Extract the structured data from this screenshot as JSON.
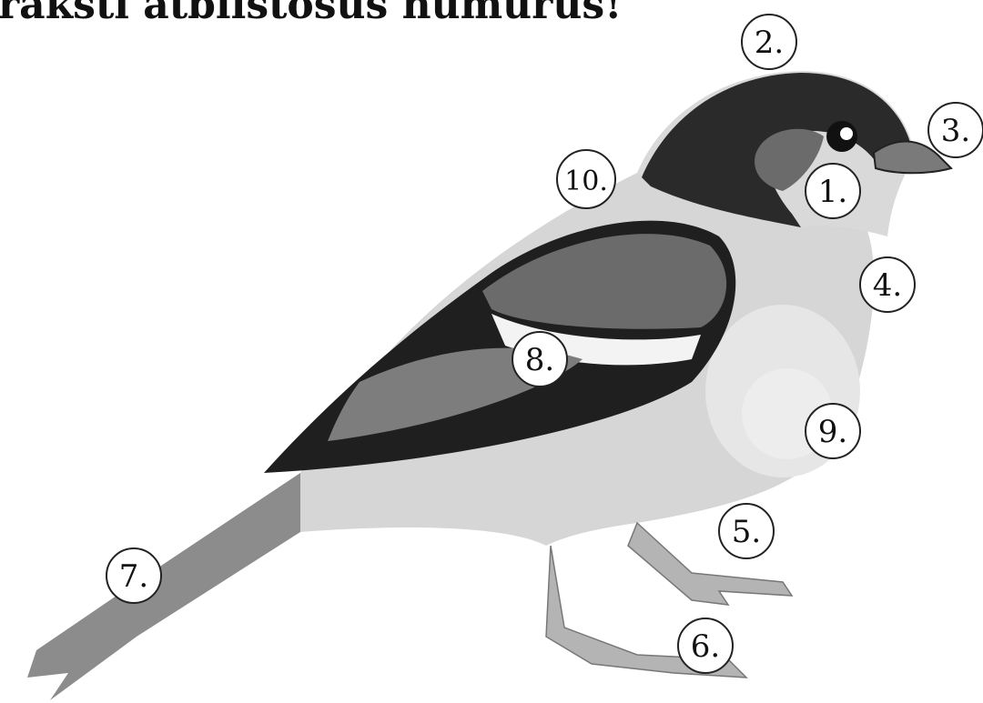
{
  "heading": "rakstī atbilstošus numurus!",
  "labels": [
    {
      "id": "1",
      "text": "1."
    },
    {
      "id": "2",
      "text": "2."
    },
    {
      "id": "3",
      "text": "3."
    },
    {
      "id": "4",
      "text": "4."
    },
    {
      "id": "5",
      "text": "5."
    },
    {
      "id": "6",
      "text": "6."
    },
    {
      "id": "7",
      "text": "7."
    },
    {
      "id": "8",
      "text": "8."
    },
    {
      "id": "9",
      "text": "9."
    },
    {
      "id": "10",
      "text": "10."
    }
  ],
  "colors": {
    "body": "#d6d6d6",
    "cap": "#2a2a2a",
    "wing_dark": "#1f1f1f",
    "wing_mid": "#6b6b6b",
    "tail": "#8c8c8c",
    "legs": "#b4b4b4",
    "beak": "#7a7a7a"
  }
}
